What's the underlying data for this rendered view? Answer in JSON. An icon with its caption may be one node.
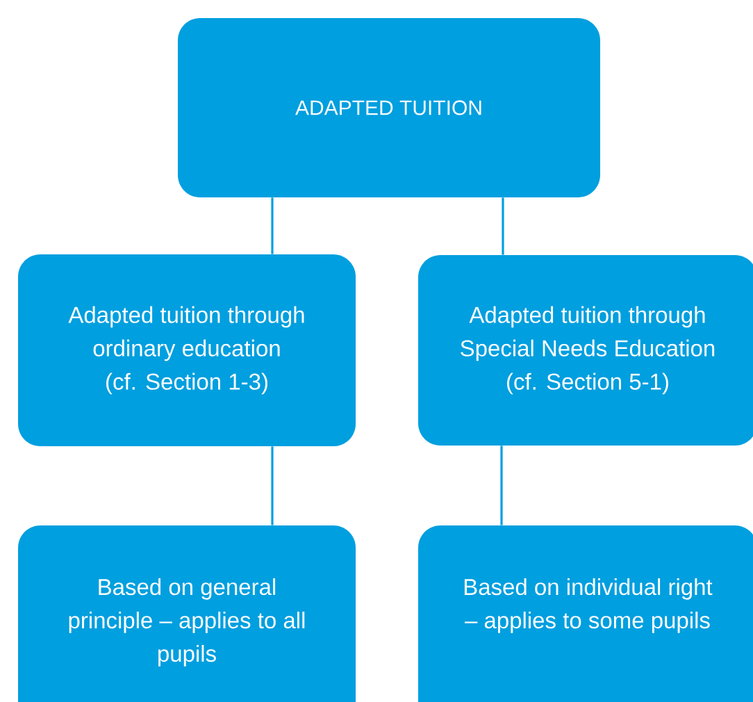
{
  "diagram": {
    "nodes": [
      {
        "text": [
          "ADAPTED TUITION"
        ]
      },
      {
        "text": [
          "Adapted tuition through ordinary education",
          "(cf. Section 1-3)"
        ]
      },
      {
        "text": [
          "Adapted tuition through Special Needs Education",
          "(cf. Section 5-1)"
        ]
      },
      {
        "text": [
          "Based on general principle – applies to all pupils"
        ]
      },
      {
        "text": [
          "Based on individual right – applies to some pupils"
        ]
      }
    ],
    "edges": [
      {
        "from": 0,
        "to": 1,
        "arrow": "none"
      },
      {
        "from": 0,
        "to": 2,
        "arrow": "none"
      },
      {
        "from": 1,
        "to": 3,
        "arrow": "none"
      },
      {
        "from": 2,
        "to": 4,
        "arrow": "none"
      }
    ]
  }
}
